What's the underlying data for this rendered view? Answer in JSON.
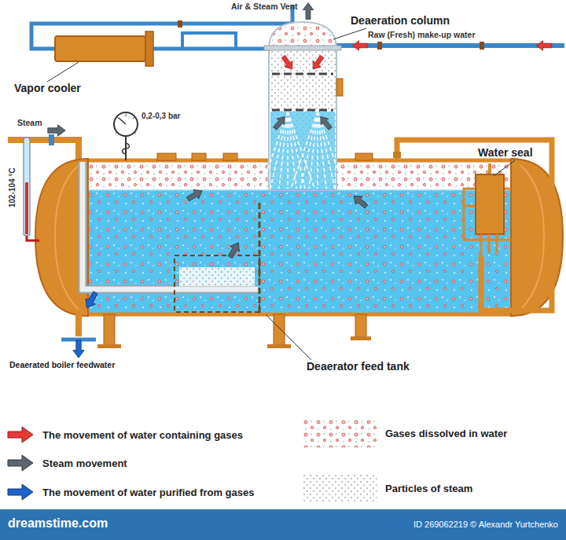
{
  "diagram": {
    "labels": [
      "Air & Steam Vent",
      "Deaeration column",
      "Raw (Fresh) make-up water",
      "Vapor cooler",
      "Steam",
      "0,2-0,3 bar",
      "Water seal",
      "102-104 °C",
      "Deaerated boiler feedwater",
      "Deaerator feed tank",
      "dreamstime.com",
      "ID 269062219 © Alexandr Yurtchenko"
    ],
    "legend": [
      {
        "text": "The movement of water containing gases"
      },
      {
        "text": "Steam movement"
      },
      {
        "text": "The movement of water purified from gases"
      },
      {
        "text": "Gases dissolved in water"
      },
      {
        "text": "Particles of steam"
      }
    ]
  }
}
